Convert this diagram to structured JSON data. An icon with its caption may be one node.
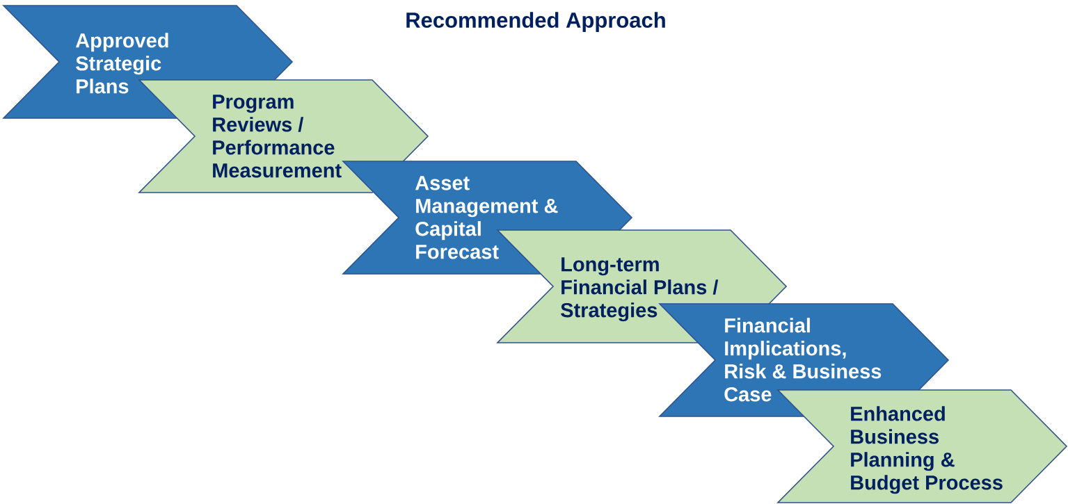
{
  "diagram": {
    "title": "Recommended Approach",
    "nodes": [
      {
        "text": [
          "Approved Strategic Plans"
        ]
      },
      {
        "text": [
          "Program Reviews / Performance Measurement"
        ]
      },
      {
        "text": [
          "Asset Management & Capital Forecast"
        ]
      },
      {
        "text": [
          "Long-term Financial Plans / Strategies"
        ]
      },
      {
        "text": [
          "Financial Implications, Risk & Business Case"
        ]
      },
      {
        "text": [
          "Enhanced Business Planning & Budget Process"
        ]
      }
    ]
  }
}
